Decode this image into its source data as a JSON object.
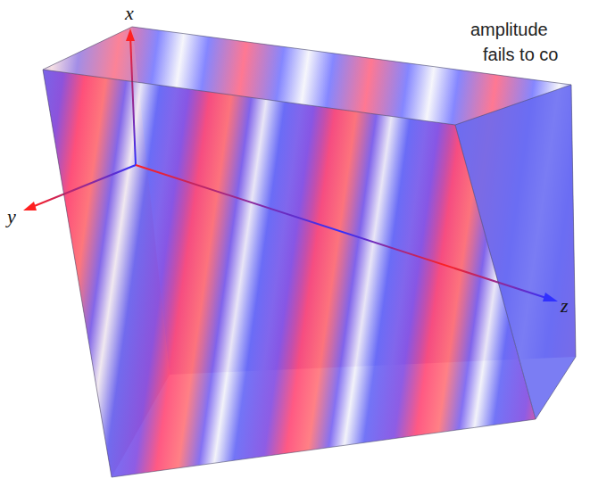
{
  "diagram": {
    "labels": [
      "x",
      "y",
      "z",
      "amplitude",
      "fails to co"
    ]
  }
}
